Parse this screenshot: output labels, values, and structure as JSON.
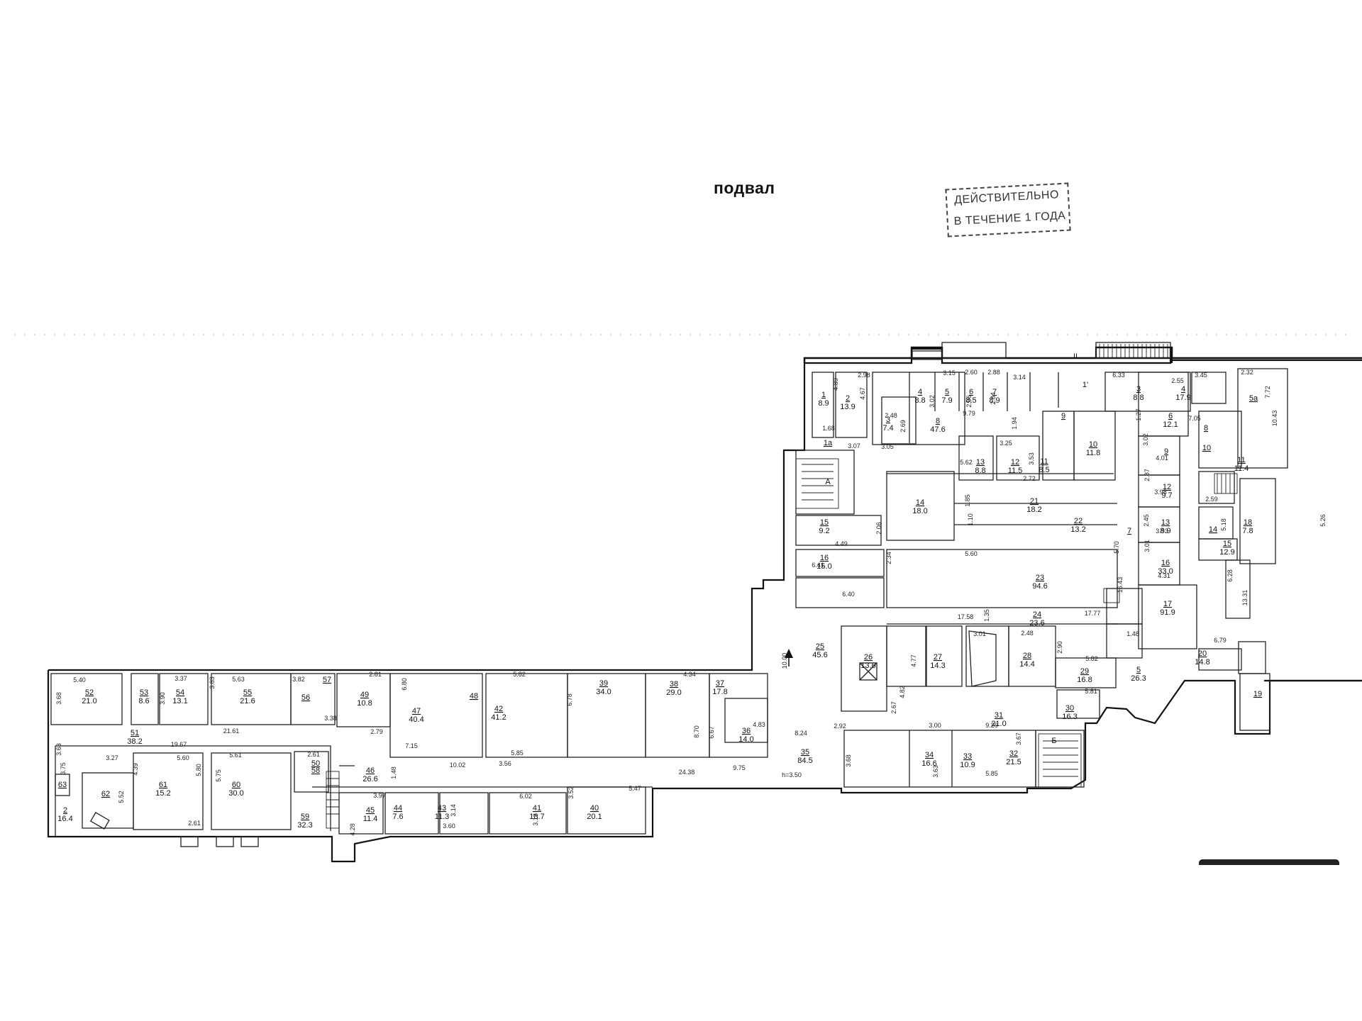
{
  "plan": {
    "title": "подвал",
    "stamp": {
      "line1": "ДЕЙСТВИТЕЛЬНО",
      "line2": "В ТЕЧЕНИЕ 1 ГОДА"
    },
    "ceiling_height": "h=3.50",
    "markers": {
      "stair_a": "А",
      "stair_b": "Б",
      "top_mark": "II",
      "mark_1": "1'"
    },
    "rooms": [
      {
        "num": "1",
        "area": "8.9"
      },
      {
        "num": "1а",
        "area": ""
      },
      {
        "num": "2",
        "area": "13.9"
      },
      {
        "num": "3",
        "area": "7.4"
      },
      {
        "num": "4",
        "area": "8.8"
      },
      {
        "num": "5",
        "area": "7.9"
      },
      {
        "num": "6",
        "area": "8.5"
      },
      {
        "num": "7",
        "area": "8.9"
      },
      {
        "num": "8",
        "area": "47.6"
      },
      {
        "num": "9",
        "area": ""
      },
      {
        "num": "10",
        "area": "11.8"
      },
      {
        "num": "11",
        "area": "8.5"
      },
      {
        "num": "12",
        "area": "11.5"
      },
      {
        "num": "13",
        "area": "8.8"
      },
      {
        "num": "14",
        "area": "18.0"
      },
      {
        "num": "15",
        "area": "9.2"
      },
      {
        "num": "16",
        "area": "15.0"
      },
      {
        "num": "21",
        "area": "18.2"
      },
      {
        "num": "22",
        "area": "13.2"
      },
      {
        "num": "23",
        "area": "94.6"
      },
      {
        "num": "24",
        "area": "23.6"
      },
      {
        "num": "25",
        "area": "45.6"
      },
      {
        "num": "26",
        "area": "13.6"
      },
      {
        "num": "27",
        "area": "14.3"
      },
      {
        "num": "28",
        "area": "14.4"
      },
      {
        "num": "29",
        "area": "16.8"
      },
      {
        "num": "30",
        "area": "16.3"
      },
      {
        "num": "31",
        "area": "21.0"
      },
      {
        "num": "32",
        "area": "21.5"
      },
      {
        "num": "33",
        "area": "10.9"
      },
      {
        "num": "34",
        "area": "16.6"
      },
      {
        "num": "35",
        "area": "84.5"
      },
      {
        "num": "36",
        "area": "14.0"
      },
      {
        "num": "37",
        "area": "17.8"
      },
      {
        "num": "38",
        "area": "29.0"
      },
      {
        "num": "39",
        "area": "34.0"
      },
      {
        "num": "40",
        "area": "20.1"
      },
      {
        "num": "41",
        "area": "18.7"
      },
      {
        "num": "42",
        "area": "41.2"
      },
      {
        "num": "43",
        "area": "11.3"
      },
      {
        "num": "44",
        "area": "7.6"
      },
      {
        "num": "45",
        "area": "11.4"
      },
      {
        "num": "46",
        "area": "26.6"
      },
      {
        "num": "47",
        "area": "40.4"
      },
      {
        "num": "48",
        "area": ""
      },
      {
        "num": "49",
        "area": "10.8"
      },
      {
        "num": "50",
        "area": ""
      },
      {
        "num": "51",
        "area": "38.2"
      },
      {
        "num": "52",
        "area": "21.0"
      },
      {
        "num": "53",
        "area": "8.6"
      },
      {
        "num": "54",
        "area": "13.1"
      },
      {
        "num": "55",
        "area": "21.6"
      },
      {
        "num": "56",
        "area": ""
      },
      {
        "num": "57",
        "area": ""
      },
      {
        "num": "58",
        "area": ""
      },
      {
        "num": "59",
        "area": "32.3"
      },
      {
        "num": "60",
        "area": "30.0"
      },
      {
        "num": "61",
        "area": "15.2"
      },
      {
        "num": "62",
        "area": ""
      },
      {
        "num": "63",
        "area": ""
      },
      {
        "num": "2",
        "area": "16.4"
      },
      {
        "num": "3",
        "area": "8.8"
      },
      {
        "num": "4",
        "area": "17.9"
      },
      {
        "num": "5а",
        "area": ""
      },
      {
        "num": "6",
        "area": "12.1"
      },
      {
        "num": "9",
        "area": ""
      },
      {
        "num": "10",
        "area": ""
      },
      {
        "num": "11",
        "area": "11.4"
      },
      {
        "num": "12",
        "area": "9.7"
      },
      {
        "num": "13",
        "area": "8.9"
      },
      {
        "num": "14",
        "area": ""
      },
      {
        "num": "15",
        "area": "12.9"
      },
      {
        "num": "16",
        "area": "33.0"
      },
      {
        "num": "17",
        "area": "91.9"
      },
      {
        "num": "18",
        "area": "7.8"
      },
      {
        "num": "19",
        "area": ""
      },
      {
        "num": "20",
        "area": "14.8"
      },
      {
        "num": "5",
        "area": "26.3"
      },
      {
        "num": "7",
        "area": ""
      },
      {
        "num": "8",
        "area": ""
      }
    ],
    "dimensions": [
      "5.40",
      "3.68",
      "3.37",
      "3.90",
      "3.83",
      "5.63",
      "3.82",
      "3.38",
      "3.63",
      "19.67",
      "21.61",
      "3.75",
      "3.27",
      "4.39",
      "5.60",
      "5.80",
      "5.61",
      "5.75",
      "2.61",
      "5.52",
      "2.61",
      "2.81",
      "6.80",
      "2.79",
      "7.15",
      "1.48",
      "10.02",
      "3.56",
      "3.97",
      "4.28",
      "3.60",
      "3.14",
      "6.02",
      "3.13",
      "3.52",
      "5.47",
      "5.82",
      "6.78",
      "5.85",
      "4.34",
      "8.70",
      "6.67",
      "4.83",
      "9.75",
      "24.38",
      "8.24",
      "10.00",
      "2.92",
      "2.67",
      "3.00",
      "3.68",
      "3.63",
      "3.67",
      "5.85",
      "9.26",
      "4.82",
      "4.77",
      "3.01",
      "2.48",
      "2.90",
      "5.82",
      "5.81",
      "17.58",
      "17.77",
      "1.35",
      "6.40",
      "6.41",
      "2.34",
      "5.60",
      "5.70",
      "4.49",
      "2.06",
      "5.62",
      "1.85",
      "1.10",
      "3.07",
      "3.05",
      "2.48",
      "2.69",
      "1.68",
      "4.89",
      "4.67",
      "2.98",
      "3.15",
      "2.60",
      "2.88",
      "3.14",
      "3.02",
      "2.96",
      "2.84",
      "9.79",
      "1.94",
      "3.25",
      "3.53",
      "2.72",
      "6.33",
      "2.55",
      "3.45",
      "2.32",
      "7.72",
      "10.43",
      "1.27",
      "7.05",
      "3.02",
      "4.01",
      "2.87",
      "3.98",
      "2.45",
      "3.93",
      "2.59",
      "5.18",
      "3.01",
      "4.31",
      "6.28",
      "13.31",
      "5.26",
      "16.43",
      "6.79",
      "1.48"
    ]
  }
}
